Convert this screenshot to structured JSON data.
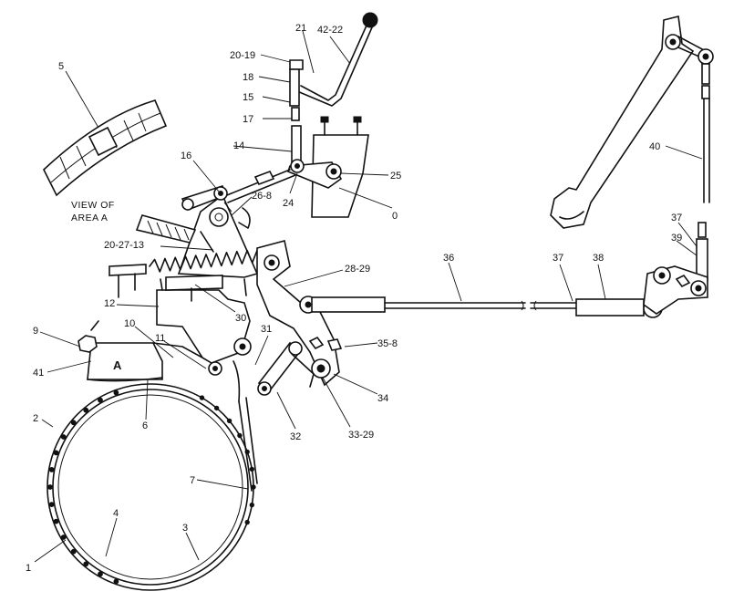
{
  "figure": {
    "view_note": [
      "VIEW OF",
      "AREA A"
    ],
    "section_letter": "A",
    "callouts": [
      {
        "id": "c1",
        "text": "1"
      },
      {
        "id": "c2",
        "text": "2"
      },
      {
        "id": "c3",
        "text": "3"
      },
      {
        "id": "c4",
        "text": "4"
      },
      {
        "id": "c5",
        "text": "5"
      },
      {
        "id": "c6",
        "text": "6"
      },
      {
        "id": "c7",
        "text": "7"
      },
      {
        "id": "c9",
        "text": "9"
      },
      {
        "id": "c10",
        "text": "10"
      },
      {
        "id": "c11",
        "text": "11"
      },
      {
        "id": "c12",
        "text": "12"
      },
      {
        "id": "c14",
        "text": "14"
      },
      {
        "id": "c15",
        "text": "15"
      },
      {
        "id": "c16",
        "text": "16"
      },
      {
        "id": "c17",
        "text": "17"
      },
      {
        "id": "c18",
        "text": "18"
      },
      {
        "id": "c20_19",
        "text": "20-19"
      },
      {
        "id": "c21",
        "text": "21"
      },
      {
        "id": "c42_22",
        "text": "42-22"
      },
      {
        "id": "c24",
        "text": "24"
      },
      {
        "id": "c25",
        "text": "25"
      },
      {
        "id": "c0",
        "text": "0"
      },
      {
        "id": "c26_8",
        "text": "26-8"
      },
      {
        "id": "c20_27_13",
        "text": "20-27-13"
      },
      {
        "id": "c28_29",
        "text": "28-29"
      },
      {
        "id": "c30",
        "text": "30"
      },
      {
        "id": "c31",
        "text": "31"
      },
      {
        "id": "c32",
        "text": "32"
      },
      {
        "id": "c33_29",
        "text": "33-29"
      },
      {
        "id": "c34",
        "text": "34"
      },
      {
        "id": "c35_8",
        "text": "35-8"
      },
      {
        "id": "c36",
        "text": "36"
      },
      {
        "id": "c37a",
        "text": "37"
      },
      {
        "id": "c37b",
        "text": "37"
      },
      {
        "id": "c38",
        "text": "38"
      },
      {
        "id": "c39",
        "text": "39"
      },
      {
        "id": "c40",
        "text": "40"
      },
      {
        "id": "c41",
        "text": "41"
      }
    ]
  }
}
